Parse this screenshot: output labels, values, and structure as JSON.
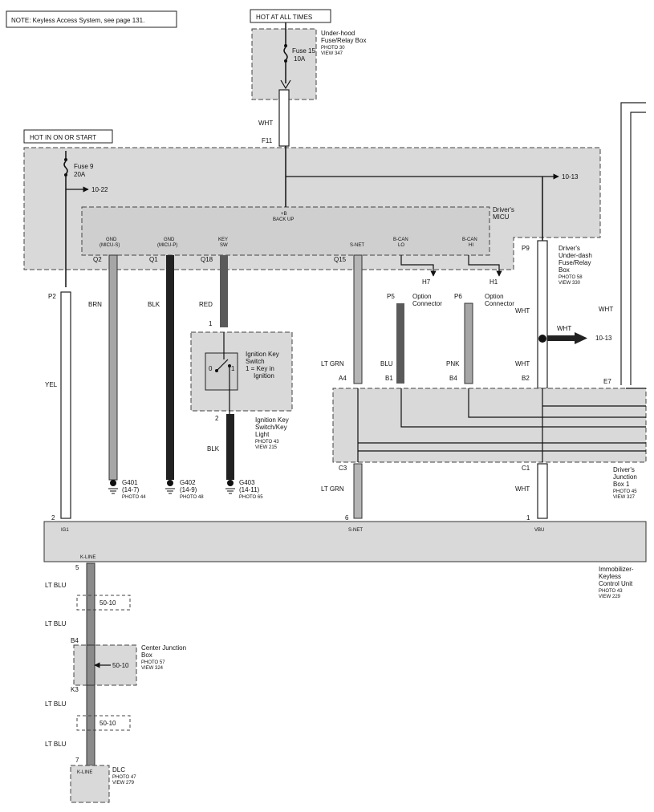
{
  "note": "NOTE: Keyless Access System, see page 131.",
  "power": {
    "hot_at_all_times": "HOT AT ALL TIMES",
    "hot_in_on_or_start": "HOT IN ON OR START"
  },
  "underhood_box": {
    "name_line1": "Under-hood",
    "name_line2": "Fuse/Relay Box",
    "photo": "PHOTO 30",
    "view": "VIEW 347",
    "fuse_name": "Fuse 15",
    "fuse_rating": "10A",
    "out_wire": "WHT",
    "terminal": "F11"
  },
  "micu": {
    "fuse_name": "Fuse 9",
    "fuse_rating": "20A",
    "ref_left": "10-22",
    "ref_right": "10-13",
    "name_line1": "Driver's",
    "name_line2": "MICU",
    "backup_line1": "+B",
    "backup_line2": "BACK UP",
    "pins": [
      {
        "top": "GND",
        "bottom": "(MICU-S)",
        "term": "Q2",
        "wire": "BRN"
      },
      {
        "top": "GND",
        "bottom": "(MICU-P)",
        "term": "Q1",
        "wire": "BLK"
      },
      {
        "top": "KEY",
        "bottom": "SW",
        "term": "Q18",
        "wire": "RED"
      },
      {
        "top": "S-NET",
        "bottom": "",
        "term": "Q15",
        "wire": "LT GRN"
      },
      {
        "top": "B-CAN",
        "bottom": "LO",
        "term": "P5",
        "wire": "BLU"
      },
      {
        "top": "B-CAN",
        "bottom": "HI",
        "term": "P6",
        "wire": "PNK"
      }
    ],
    "p2": "P2",
    "p2_wire": "YEL",
    "p9": "P9",
    "h7": "H7",
    "h1": "H1",
    "option_line1": "Option",
    "option_line2": "Connector"
  },
  "underdash_box": {
    "line1": "Driver's",
    "line2": "Under-dash",
    "line3": "Fuse/Relay",
    "line4": "Box",
    "photo": "PHOTO 58",
    "view": "VIEW 330",
    "wire_top": "WHT",
    "wire_mid": "WHT",
    "wire_bot": "WHT",
    "ref": "10-13",
    "wire_right": "WHT"
  },
  "ignition": {
    "pin1": "1",
    "pin2": "2",
    "line1": "Ignition Key",
    "line2": "Switch",
    "line3": "1 = Key in",
    "line4": "Ignition",
    "pos0": "0",
    "pos1": "1",
    "light_line1": "Ignition Key",
    "light_line2": "Switch/Key",
    "light_line3": "Light",
    "light_photo": "PHOTO 43",
    "light_view": "VIEW 215",
    "wire_out": "BLK"
  },
  "grounds": [
    {
      "name": "G401",
      "ref": "(14-7)",
      "photo": "PHOTO 44"
    },
    {
      "name": "G402",
      "ref": "(14-9)",
      "photo": "PHOTO 48"
    },
    {
      "name": "G403",
      "ref": "(14-11)",
      "photo": "PHOTO 65"
    }
  ],
  "junction_box": {
    "line1": "Driver's",
    "line2": "Junction",
    "line3": "Box 1",
    "photo": "PHOTO 45",
    "view": "VIEW 327",
    "a4": "A4",
    "b1": "B1",
    "b4": "B4",
    "b2": "B2",
    "e7": "E7",
    "c3": "C3",
    "c1": "C1",
    "c3_wire": "LT GRN",
    "c1_wire": "WHT"
  },
  "immobilizer": {
    "line1": "Immobilizer-",
    "line2": "Keyless",
    "line3": "Control Unit",
    "photo": "PHOTO 43",
    "view": "VIEW 229",
    "pin_ig1_num": "2",
    "pin_ig1": "IG1",
    "pin_snet_num": "6",
    "pin_snet": "S-NET",
    "pin_vbu_num": "1",
    "pin_vbu": "VBU",
    "pin_kline": "K-LINE",
    "pin_kline_num": "5"
  },
  "kline": {
    "wire": "LT BLU",
    "ref": "50-10",
    "center_line1": "Center Junction",
    "center_line2": "Box",
    "center_photo": "PHOTO 57",
    "center_view": "VIEW 324",
    "b4": "B4",
    "k3": "K3",
    "dlc_pin": "7",
    "dlc_label": "K-LINE",
    "dlc_name": "DLC",
    "dlc_photo": "PHOTO 47",
    "dlc_view": "VIEW 279"
  },
  "colors": {
    "box_fill": "#d9d9d9",
    "wire_gray": "#a6a6a6",
    "wire_dark": "#222222",
    "wire_mid": "#5a5a5a"
  }
}
